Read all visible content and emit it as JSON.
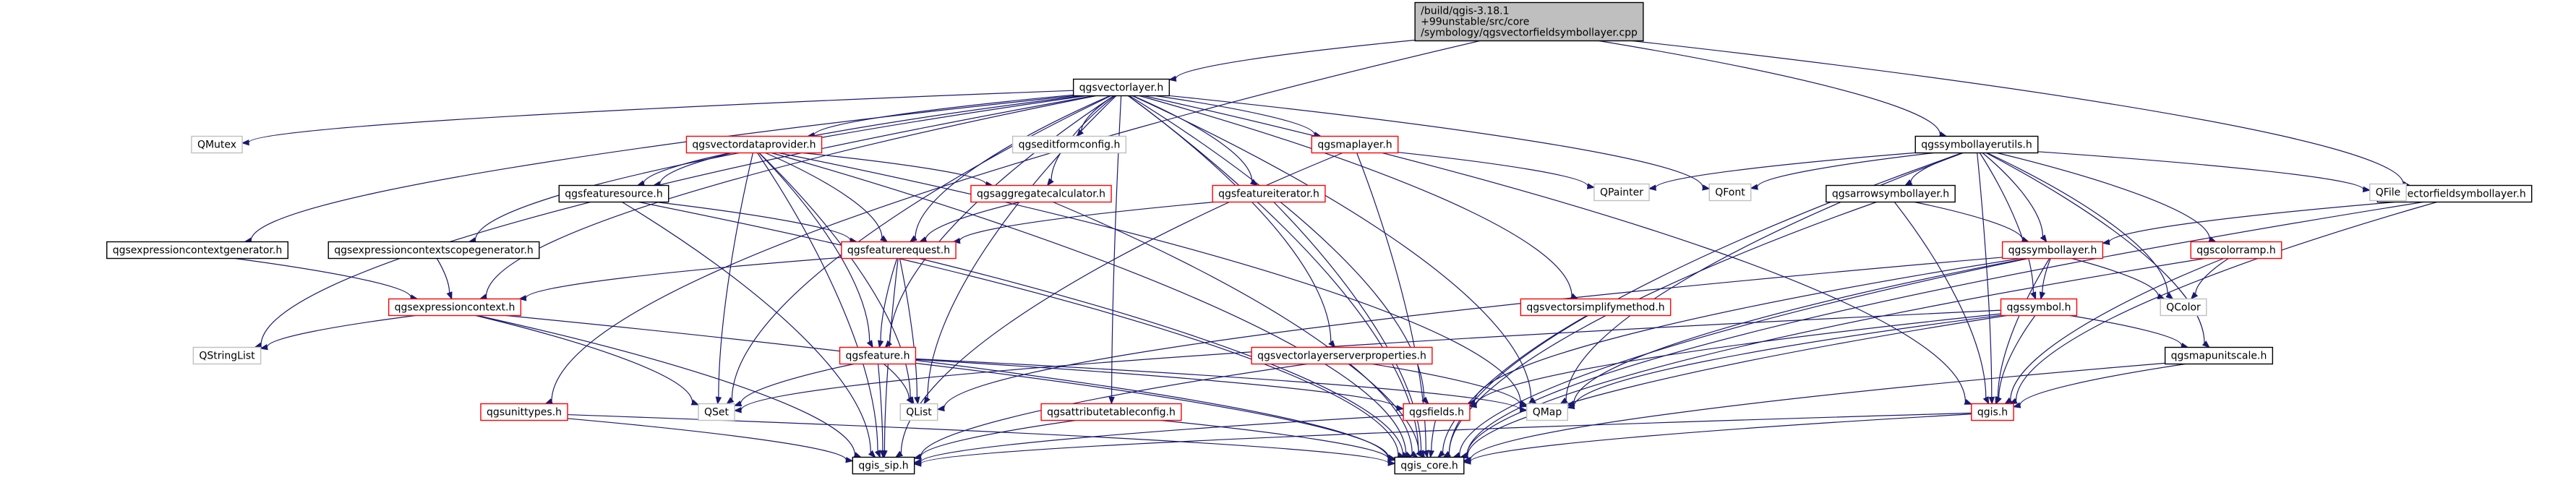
{
  "diagram": {
    "nodes": [
      {
        "id": "root",
        "lines": [
          "/build/qgis-3.18.1",
          "+99unstable/src/core",
          "/symbology/qgsvectorfieldsymbollayer.cpp"
        ],
        "style": "root"
      },
      {
        "id": "qgsvectorlayer",
        "lines": [
          "qgsvectorlayer.h"
        ],
        "style": "doc"
      },
      {
        "id": "qgssymbollayerutils",
        "lines": [
          "qgssymbollayerutils.h"
        ],
        "style": "doc"
      },
      {
        "id": "qgsvectorfieldsymbollayer",
        "lines": [
          "qgsvectorfieldsymbollayer.h"
        ],
        "style": "doc"
      },
      {
        "id": "qmutex",
        "lines": [
          "QMutex"
        ],
        "style": "ext"
      },
      {
        "id": "qgsvectordataprovider",
        "lines": [
          "qgsvectordataprovider.h"
        ],
        "style": "red"
      },
      {
        "id": "qgseditformconfig",
        "lines": [
          "qgseditformconfig.h"
        ],
        "style": "ext"
      },
      {
        "id": "qgsmaplayer",
        "lines": [
          "qgsmaplayer.h"
        ],
        "style": "red"
      },
      {
        "id": "qpainter",
        "lines": [
          "QPainter"
        ],
        "style": "ext"
      },
      {
        "id": "qfont",
        "lines": [
          "QFont"
        ],
        "style": "ext"
      },
      {
        "id": "qfile",
        "lines": [
          "QFile"
        ],
        "style": "ext"
      },
      {
        "id": "qgsfeaturesource",
        "lines": [
          "qgsfeaturesource.h"
        ],
        "style": "doc"
      },
      {
        "id": "qgsaggregatecalculator",
        "lines": [
          "qgsaggregatecalculator.h"
        ],
        "style": "red"
      },
      {
        "id": "qgsfeatureiterator",
        "lines": [
          "qgsfeatureiterator.h"
        ],
        "style": "red"
      },
      {
        "id": "qgsarrowsymbollayer",
        "lines": [
          "qgsarrowsymbollayer.h"
        ],
        "style": "doc"
      },
      {
        "id": "qgssymbollayer",
        "lines": [
          "qgssymbollayer.h"
        ],
        "style": "red"
      },
      {
        "id": "qgscolorramp",
        "lines": [
          "qgscolorramp.h"
        ],
        "style": "red"
      },
      {
        "id": "qgsexpressioncontextgenerator",
        "lines": [
          "qgsexpressioncontextgenerator.h"
        ],
        "style": "doc"
      },
      {
        "id": "qgsexpressioncontextscopegenerator",
        "lines": [
          "qgsexpressioncontextscopegenerator.h"
        ],
        "style": "doc"
      },
      {
        "id": "qgsfeaturerequest",
        "lines": [
          "qgsfeaturerequest.h"
        ],
        "style": "red"
      },
      {
        "id": "qgsexpressioncontext",
        "lines": [
          "qgsexpressioncontext.h"
        ],
        "style": "red"
      },
      {
        "id": "qgsvectorsimplifymethod",
        "lines": [
          "qgsvectorsimplifymethod.h"
        ],
        "style": "red"
      },
      {
        "id": "qgssymbol",
        "lines": [
          "qgssymbol.h"
        ],
        "style": "red"
      },
      {
        "id": "qcolor",
        "lines": [
          "QColor"
        ],
        "style": "ext"
      },
      {
        "id": "qstringlist",
        "lines": [
          "QStringList"
        ],
        "style": "ext"
      },
      {
        "id": "qgsfeature",
        "lines": [
          "qgsfeature.h"
        ],
        "style": "red"
      },
      {
        "id": "qgsvectorlayerserverproperties",
        "lines": [
          "qgsvectorlayerserverproperties.h"
        ],
        "style": "red"
      },
      {
        "id": "qgsmapunitscale",
        "lines": [
          "qgsmapunitscale.h"
        ],
        "style": "doc"
      },
      {
        "id": "qgsunittypes",
        "lines": [
          "qgsunittypes.h"
        ],
        "style": "red"
      },
      {
        "id": "qset",
        "lines": [
          "QSet"
        ],
        "style": "ext"
      },
      {
        "id": "qlist",
        "lines": [
          "QList"
        ],
        "style": "ext"
      },
      {
        "id": "qgsattributetableconfig",
        "lines": [
          "qgsattributetableconfig.h"
        ],
        "style": "red"
      },
      {
        "id": "qgsfields",
        "lines": [
          "qgsfields.h"
        ],
        "style": "red"
      },
      {
        "id": "qmap",
        "lines": [
          "QMap"
        ],
        "style": "ext"
      },
      {
        "id": "qgis",
        "lines": [
          "qgis.h"
        ],
        "style": "red"
      },
      {
        "id": "qgis_sip",
        "lines": [
          "qgis_sip.h"
        ],
        "style": "doc"
      },
      {
        "id": "qgis_core",
        "lines": [
          "qgis_core.h"
        ],
        "style": "doc"
      }
    ],
    "edges": [
      [
        "root",
        "qgsvectorlayer"
      ],
      [
        "root",
        "qgssymbollayerutils"
      ],
      [
        "root",
        "qgsvectorfieldsymbollayer"
      ],
      [
        "root",
        "qgsunittypes"
      ],
      [
        "qgsvectorlayer",
        "qmutex"
      ],
      [
        "qgsvectorlayer",
        "qgsvectordataprovider"
      ],
      [
        "qgsvectorlayer",
        "qgseditformconfig"
      ],
      [
        "qgsvectorlayer",
        "qgsmaplayer"
      ],
      [
        "qgsvectorlayer",
        "qfont"
      ],
      [
        "qgsvectorlayer",
        "qgsfeaturesource"
      ],
      [
        "qgsvectorlayer",
        "qgsaggregatecalculator"
      ],
      [
        "qgsvectorlayer",
        "qgsfeatureiterator"
      ],
      [
        "qgsvectorlayer",
        "qgsexpressioncontextgenerator"
      ],
      [
        "qgsvectorlayer",
        "qgsexpressioncontextscopegenerator"
      ],
      [
        "qgsvectorlayer",
        "qgsfeaturerequest"
      ],
      [
        "qgsvectorlayer",
        "qgsexpressioncontext"
      ],
      [
        "qgsvectorlayer",
        "qgsvectorsimplifymethod"
      ],
      [
        "qgsvectorlayer",
        "qstringlist"
      ],
      [
        "qgsvectorlayer",
        "qgsfeature"
      ],
      [
        "qgsvectorlayer",
        "qgsvectorlayerserverproperties"
      ],
      [
        "qgsvectorlayer",
        "qset"
      ],
      [
        "qgsvectorlayer",
        "qlist"
      ],
      [
        "qgsvectorlayer",
        "qgsattributetableconfig"
      ],
      [
        "qgsvectorlayer",
        "qgsfields"
      ],
      [
        "qgsvectorlayer",
        "qmap"
      ],
      [
        "qgsvectorlayer",
        "qgis"
      ],
      [
        "qgsvectorlayer",
        "qgis_core"
      ],
      [
        "qgsvectordataprovider",
        "qgsfeaturesource"
      ],
      [
        "qgsvectordataprovider",
        "qgsaggregatecalculator"
      ],
      [
        "qgsvectordataprovider",
        "qgsfeaturerequest"
      ],
      [
        "qgsvectordataprovider",
        "qgsfeature"
      ],
      [
        "qgsvectordataprovider",
        "qset"
      ],
      [
        "qgsvectordataprovider",
        "qlist"
      ],
      [
        "qgsvectordataprovider",
        "qmap"
      ],
      [
        "qgsvectordataprovider",
        "qgis_sip"
      ],
      [
        "qgsvectordataprovider",
        "qgis_core"
      ],
      [
        "qgsmaplayer",
        "qpainter"
      ],
      [
        "qgsmaplayer",
        "qgis_sip"
      ],
      [
        "qgsmaplayer",
        "qgis_core"
      ],
      [
        "qgsfeaturesource",
        "qgsfeaturerequest"
      ],
      [
        "qgsfeaturesource",
        "qgis_sip"
      ],
      [
        "qgsfeaturesource",
        "qgis_core"
      ],
      [
        "qgsaggregatecalculator",
        "qgsfeaturerequest"
      ],
      [
        "qgsaggregatecalculator",
        "qgis_core"
      ],
      [
        "qgsfeatureiterator",
        "qgsfeaturerequest"
      ],
      [
        "qgsfeatureiterator",
        "qgis_core"
      ],
      [
        "qgsexpressioncontextgenerator",
        "qgsexpressioncontext"
      ],
      [
        "qgsexpressioncontextscopegenerator",
        "qgsexpressioncontext"
      ],
      [
        "qgsfeaturerequest",
        "qgsexpressioncontext"
      ],
      [
        "qgsfeaturerequest",
        "qgsfeature"
      ],
      [
        "qgsfeaturerequest",
        "qlist"
      ],
      [
        "qgsfeaturerequest",
        "qgis_sip"
      ],
      [
        "qgsfeaturerequest",
        "qgis_core"
      ],
      [
        "qgsexpressioncontext",
        "qstringlist"
      ],
      [
        "qgsexpressioncontext",
        "qset"
      ],
      [
        "qgsexpressioncontext",
        "qgis_sip"
      ],
      [
        "qgsexpressioncontext",
        "qgis_core"
      ],
      [
        "qgsfeature",
        "qset"
      ],
      [
        "qgsfeature",
        "qlist"
      ],
      [
        "qgsfeature",
        "qgsfields"
      ],
      [
        "qgsfeature",
        "qmap"
      ],
      [
        "qgsfeature",
        "qgis_sip"
      ],
      [
        "qgsfeature",
        "qgis_core"
      ],
      [
        "qgsvectorsimplifymethod",
        "qgis_core"
      ],
      [
        "qgsvectorlayerserverproperties",
        "qmap"
      ],
      [
        "qgsvectorlayerserverproperties",
        "qgis_sip"
      ],
      [
        "qgsvectorlayerserverproperties",
        "qgis_core"
      ],
      [
        "qgsunittypes",
        "qgis_sip"
      ],
      [
        "qgsunittypes",
        "qgis_core"
      ],
      [
        "qgsattributetableconfig",
        "qgis_sip"
      ],
      [
        "qgsattributetableconfig",
        "qgis_core"
      ],
      [
        "qgsfields",
        "qgis_sip"
      ],
      [
        "qgsfields",
        "qgis_core"
      ],
      [
        "qgis",
        "qgis_sip"
      ],
      [
        "qgis",
        "qgis_core"
      ],
      [
        "qgssymbollayerutils",
        "qpainter"
      ],
      [
        "qgssymbollayerutils",
        "qfont"
      ],
      [
        "qgssymbollayerutils",
        "qfile"
      ],
      [
        "qgssymbollayerutils",
        "qgsarrowsymbollayer"
      ],
      [
        "qgssymbollayerutils",
        "qgssymbollayer"
      ],
      [
        "qgssymbollayerutils",
        "qgscolorramp"
      ],
      [
        "qgssymbollayerutils",
        "qgssymbol"
      ],
      [
        "qgssymbollayerutils",
        "qcolor"
      ],
      [
        "qgssymbollayerutils",
        "qgsmapunitscale"
      ],
      [
        "qgssymbollayerutils",
        "qmap"
      ],
      [
        "qgssymbollayerutils",
        "qgis"
      ],
      [
        "qgssymbollayerutils",
        "qgis_core"
      ],
      [
        "qgsvectorfieldsymbollayer",
        "qgssymbollayer"
      ],
      [
        "qgsvectorfieldsymbollayer",
        "qgis"
      ],
      [
        "qgsvectorfieldsymbollayer",
        "qgis_core"
      ],
      [
        "qgsarrowsymbollayer",
        "qgssymbollayer"
      ],
      [
        "qgsarrowsymbollayer",
        "qgis"
      ],
      [
        "qgsarrowsymbollayer",
        "qgis_core"
      ],
      [
        "qgssymbollayer",
        "qgssymbol"
      ],
      [
        "qgssymbollayer",
        "qcolor"
      ],
      [
        "qgssymbollayer",
        "qgsfields"
      ],
      [
        "qgssymbollayer",
        "qlist"
      ],
      [
        "qgssymbollayer",
        "qmap"
      ],
      [
        "qgssymbollayer",
        "qgis"
      ],
      [
        "qgssymbollayer",
        "qgis_core"
      ],
      [
        "qgscolorramp",
        "qcolor"
      ],
      [
        "qgscolorramp",
        "qgis"
      ],
      [
        "qgscolorramp",
        "qgis_core"
      ],
      [
        "qgssymbol",
        "qgsmapunitscale"
      ],
      [
        "qgssymbol",
        "qgsfields"
      ],
      [
        "qgssymbol",
        "qset"
      ],
      [
        "qgssymbol",
        "qmap"
      ],
      [
        "qgssymbol",
        "qgis"
      ],
      [
        "qgssymbol",
        "qgis_core"
      ],
      [
        "qgsmapunitscale",
        "qgis"
      ],
      [
        "qgsmapunitscale",
        "qgis_core"
      ]
    ]
  }
}
